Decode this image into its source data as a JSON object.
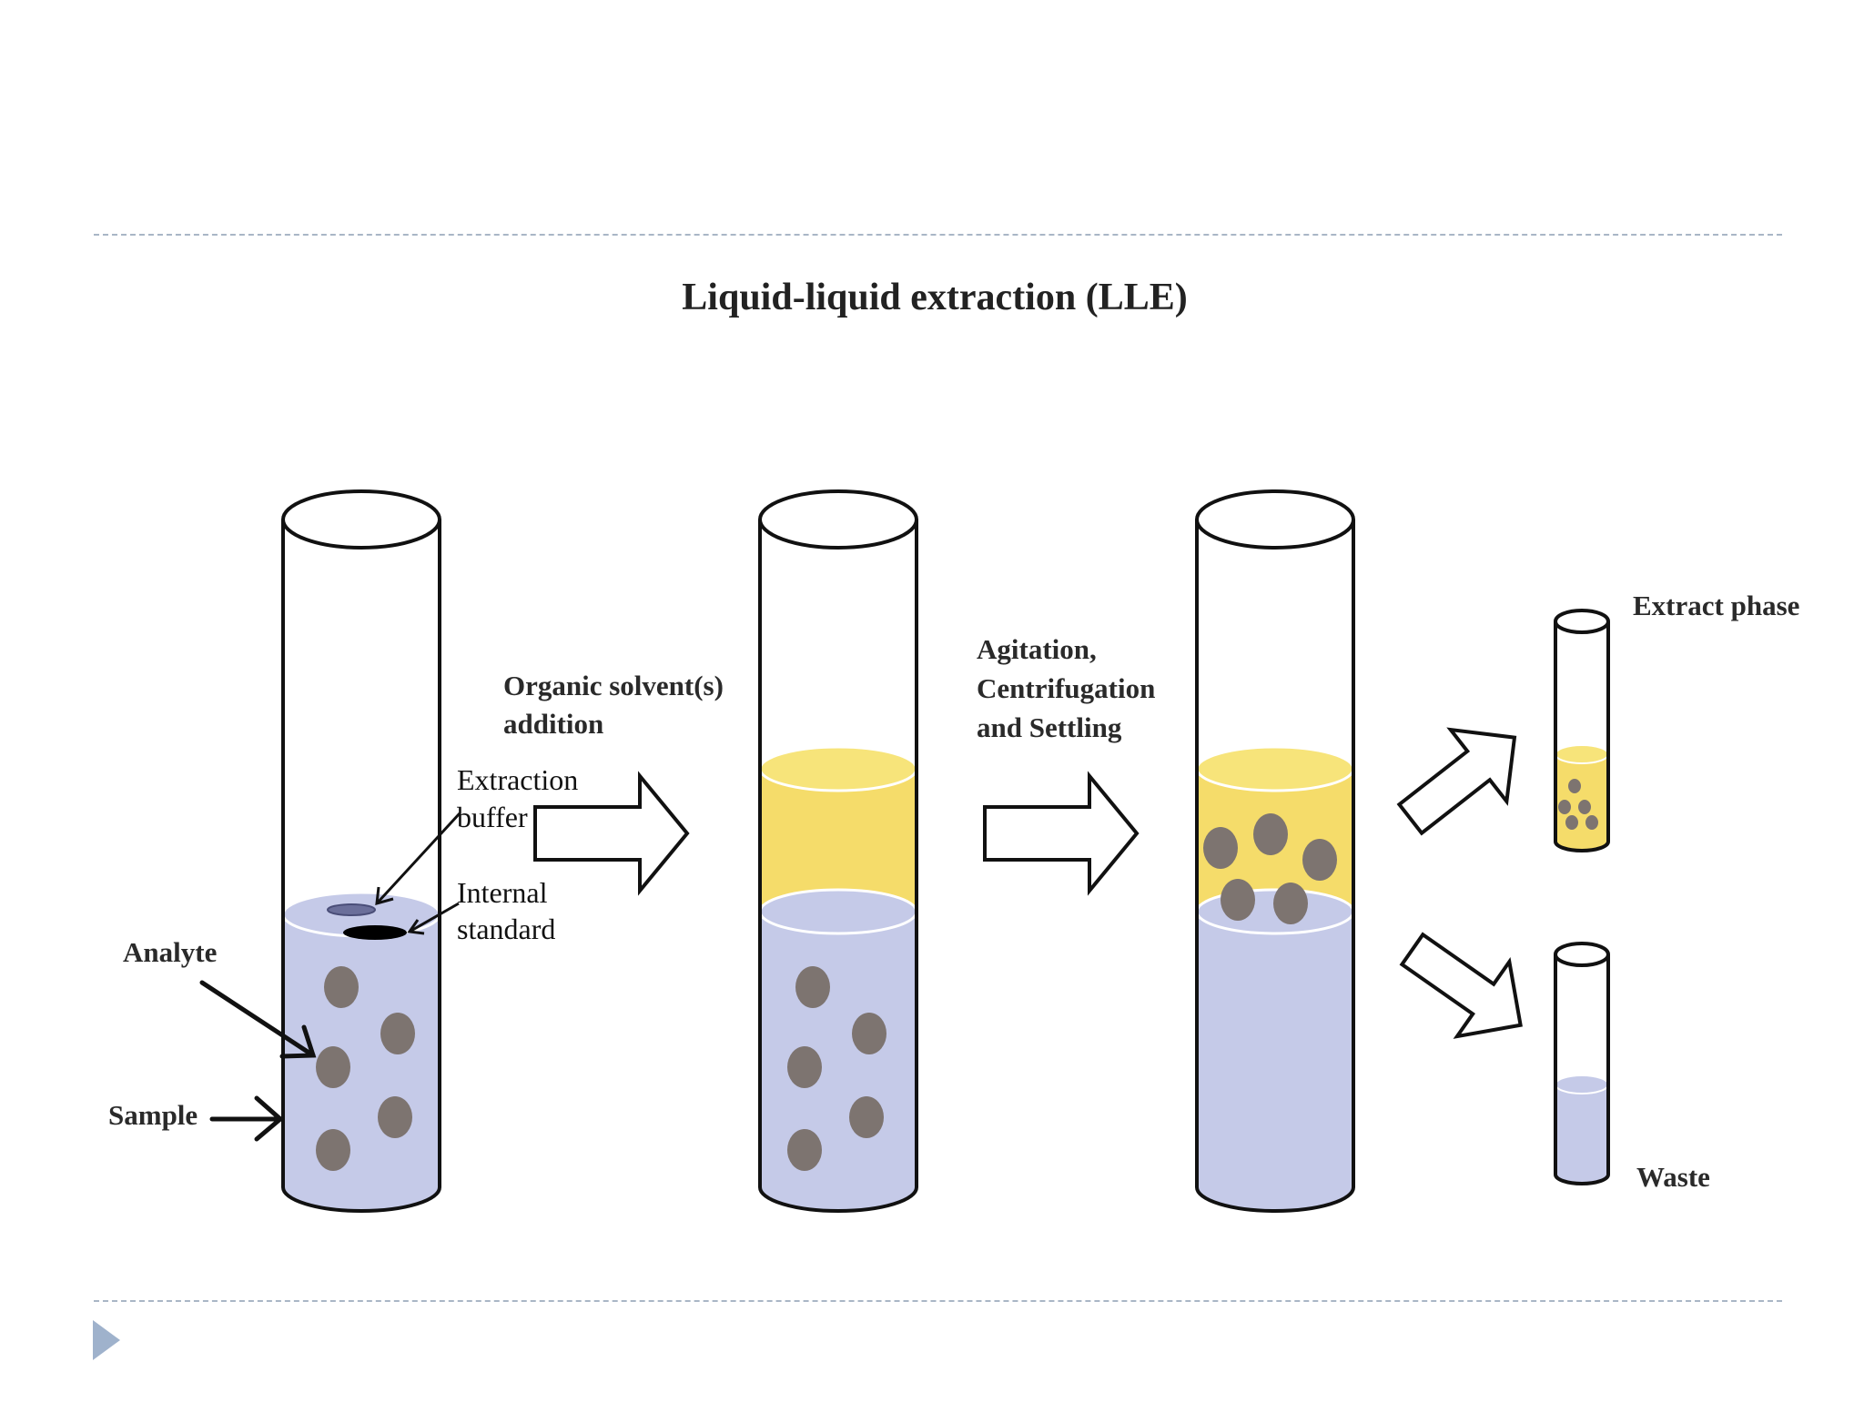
{
  "title": "Liquid-liquid extraction (LLE)",
  "labels": {
    "analyte": "Analyte",
    "sample": "Sample",
    "extraction_buffer": [
      "Extraction",
      "buffer"
    ],
    "internal_standard": [
      "Internal",
      "standard"
    ],
    "organic_solvent": [
      "Organic solvent(s)",
      "addition"
    ],
    "agitation": [
      "Agitation,",
      "Centrifugation",
      "and Settling"
    ],
    "extract_phase": "Extract phase",
    "waste": "Waste"
  },
  "colors": {
    "aqueous": "#c5cae8",
    "organic": "#f5dc6a",
    "particle": "#7d7470",
    "outline": "#111111",
    "buffer_disc": "#6b6f9a",
    "standard_disc": "#000000",
    "divider": "#a9b6c6",
    "bullet": "#9fb2cc"
  },
  "icons": {
    "slide_bullet": "triangle-right-icon"
  }
}
